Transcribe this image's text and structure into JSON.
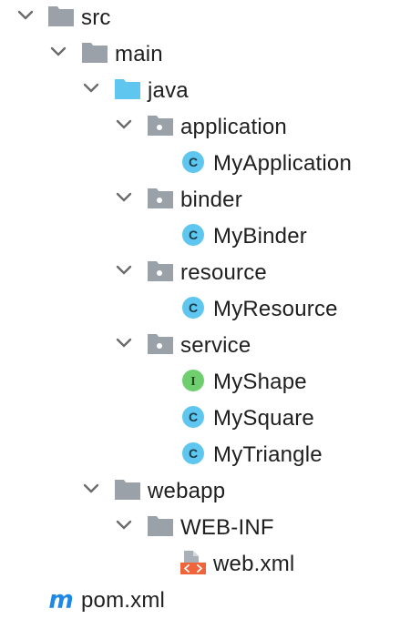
{
  "project_tree": {
    "src": {
      "label": "src",
      "expanded": true
    },
    "main": {
      "label": "main",
      "expanded": true
    },
    "java": {
      "label": "java",
      "expanded": true
    },
    "application": {
      "label": "application",
      "expanded": true
    },
    "my_application": {
      "label": "MyApplication",
      "type_badge": "C"
    },
    "binder": {
      "label": "binder",
      "expanded": true
    },
    "my_binder": {
      "label": "MyBinder",
      "type_badge": "C"
    },
    "resource": {
      "label": "resource",
      "expanded": true
    },
    "my_resource": {
      "label": "MyResource",
      "type_badge": "C"
    },
    "service": {
      "label": "service",
      "expanded": true
    },
    "my_shape": {
      "label": "MyShape",
      "type_badge": "I"
    },
    "my_square": {
      "label": "MySquare",
      "type_badge": "C"
    },
    "my_triangle": {
      "label": "MyTriangle",
      "type_badge": "C"
    },
    "webapp": {
      "label": "webapp",
      "expanded": true
    },
    "web_inf": {
      "label": "WEB-INF",
      "expanded": true
    },
    "web_xml": {
      "label": "web.xml"
    },
    "pom_xml": {
      "label": "pom.xml",
      "icon_letter": "m"
    }
  },
  "colors": {
    "folder_gray": "#9aa1a9",
    "folder_source_blue": "#5ec6ef",
    "class_badge": "#5ec6ef",
    "interface_badge": "#6fcf6f",
    "xml_orange": "#f0643c",
    "maven_blue": "#1e88e5",
    "chevron": "#6b6b6b",
    "text": "#1f1f1f"
  }
}
